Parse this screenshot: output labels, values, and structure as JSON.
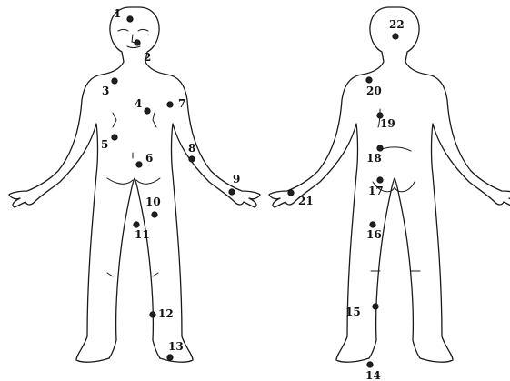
{
  "figure": {
    "views": [
      {
        "view": "front"
      },
      {
        "view": "back"
      }
    ],
    "points": [
      {
        "label": "1"
      },
      {
        "label": "2"
      },
      {
        "label": "3"
      },
      {
        "label": "4"
      },
      {
        "label": "5"
      },
      {
        "label": "6"
      },
      {
        "label": "7"
      },
      {
        "label": "8"
      },
      {
        "label": "9"
      },
      {
        "label": "10"
      },
      {
        "label": "11"
      },
      {
        "label": "12"
      },
      {
        "label": "13"
      },
      {
        "label": "14"
      },
      {
        "label": "15"
      },
      {
        "label": "16"
      },
      {
        "label": "17"
      },
      {
        "label": "18"
      },
      {
        "label": "19"
      },
      {
        "label": "20"
      },
      {
        "label": "21"
      },
      {
        "label": "22"
      }
    ]
  }
}
